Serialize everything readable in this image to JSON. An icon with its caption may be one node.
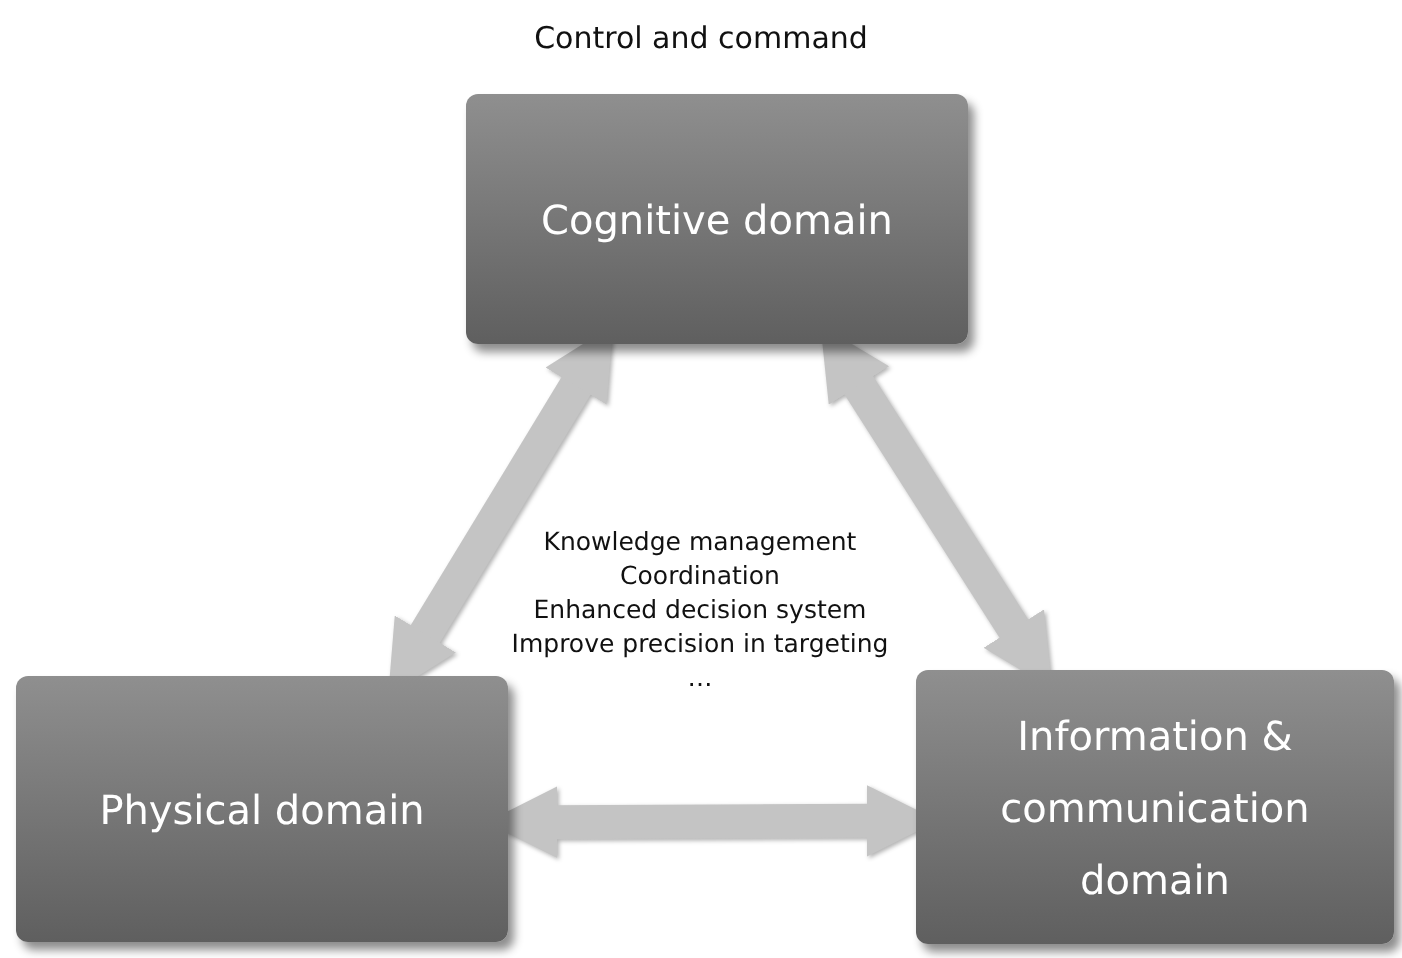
{
  "diagram": {
    "title": "Control and command",
    "nodes": [
      {
        "text": [
          "Cognitive domain"
        ]
      },
      {
        "text": [
          "Physical domain"
        ]
      },
      {
        "text": [
          "Information & communication domain"
        ]
      }
    ],
    "edges": [
      {
        "from": 0,
        "to": 1,
        "arrow": "both"
      },
      {
        "from": 0,
        "to": 2,
        "arrow": "both"
      },
      {
        "from": 1,
        "to": 2,
        "arrow": "both"
      }
    ],
    "labels": [
      "Knowledge management",
      "Coordination",
      "Enhanced decision system",
      "Improve precision in targeting",
      "…"
    ]
  }
}
